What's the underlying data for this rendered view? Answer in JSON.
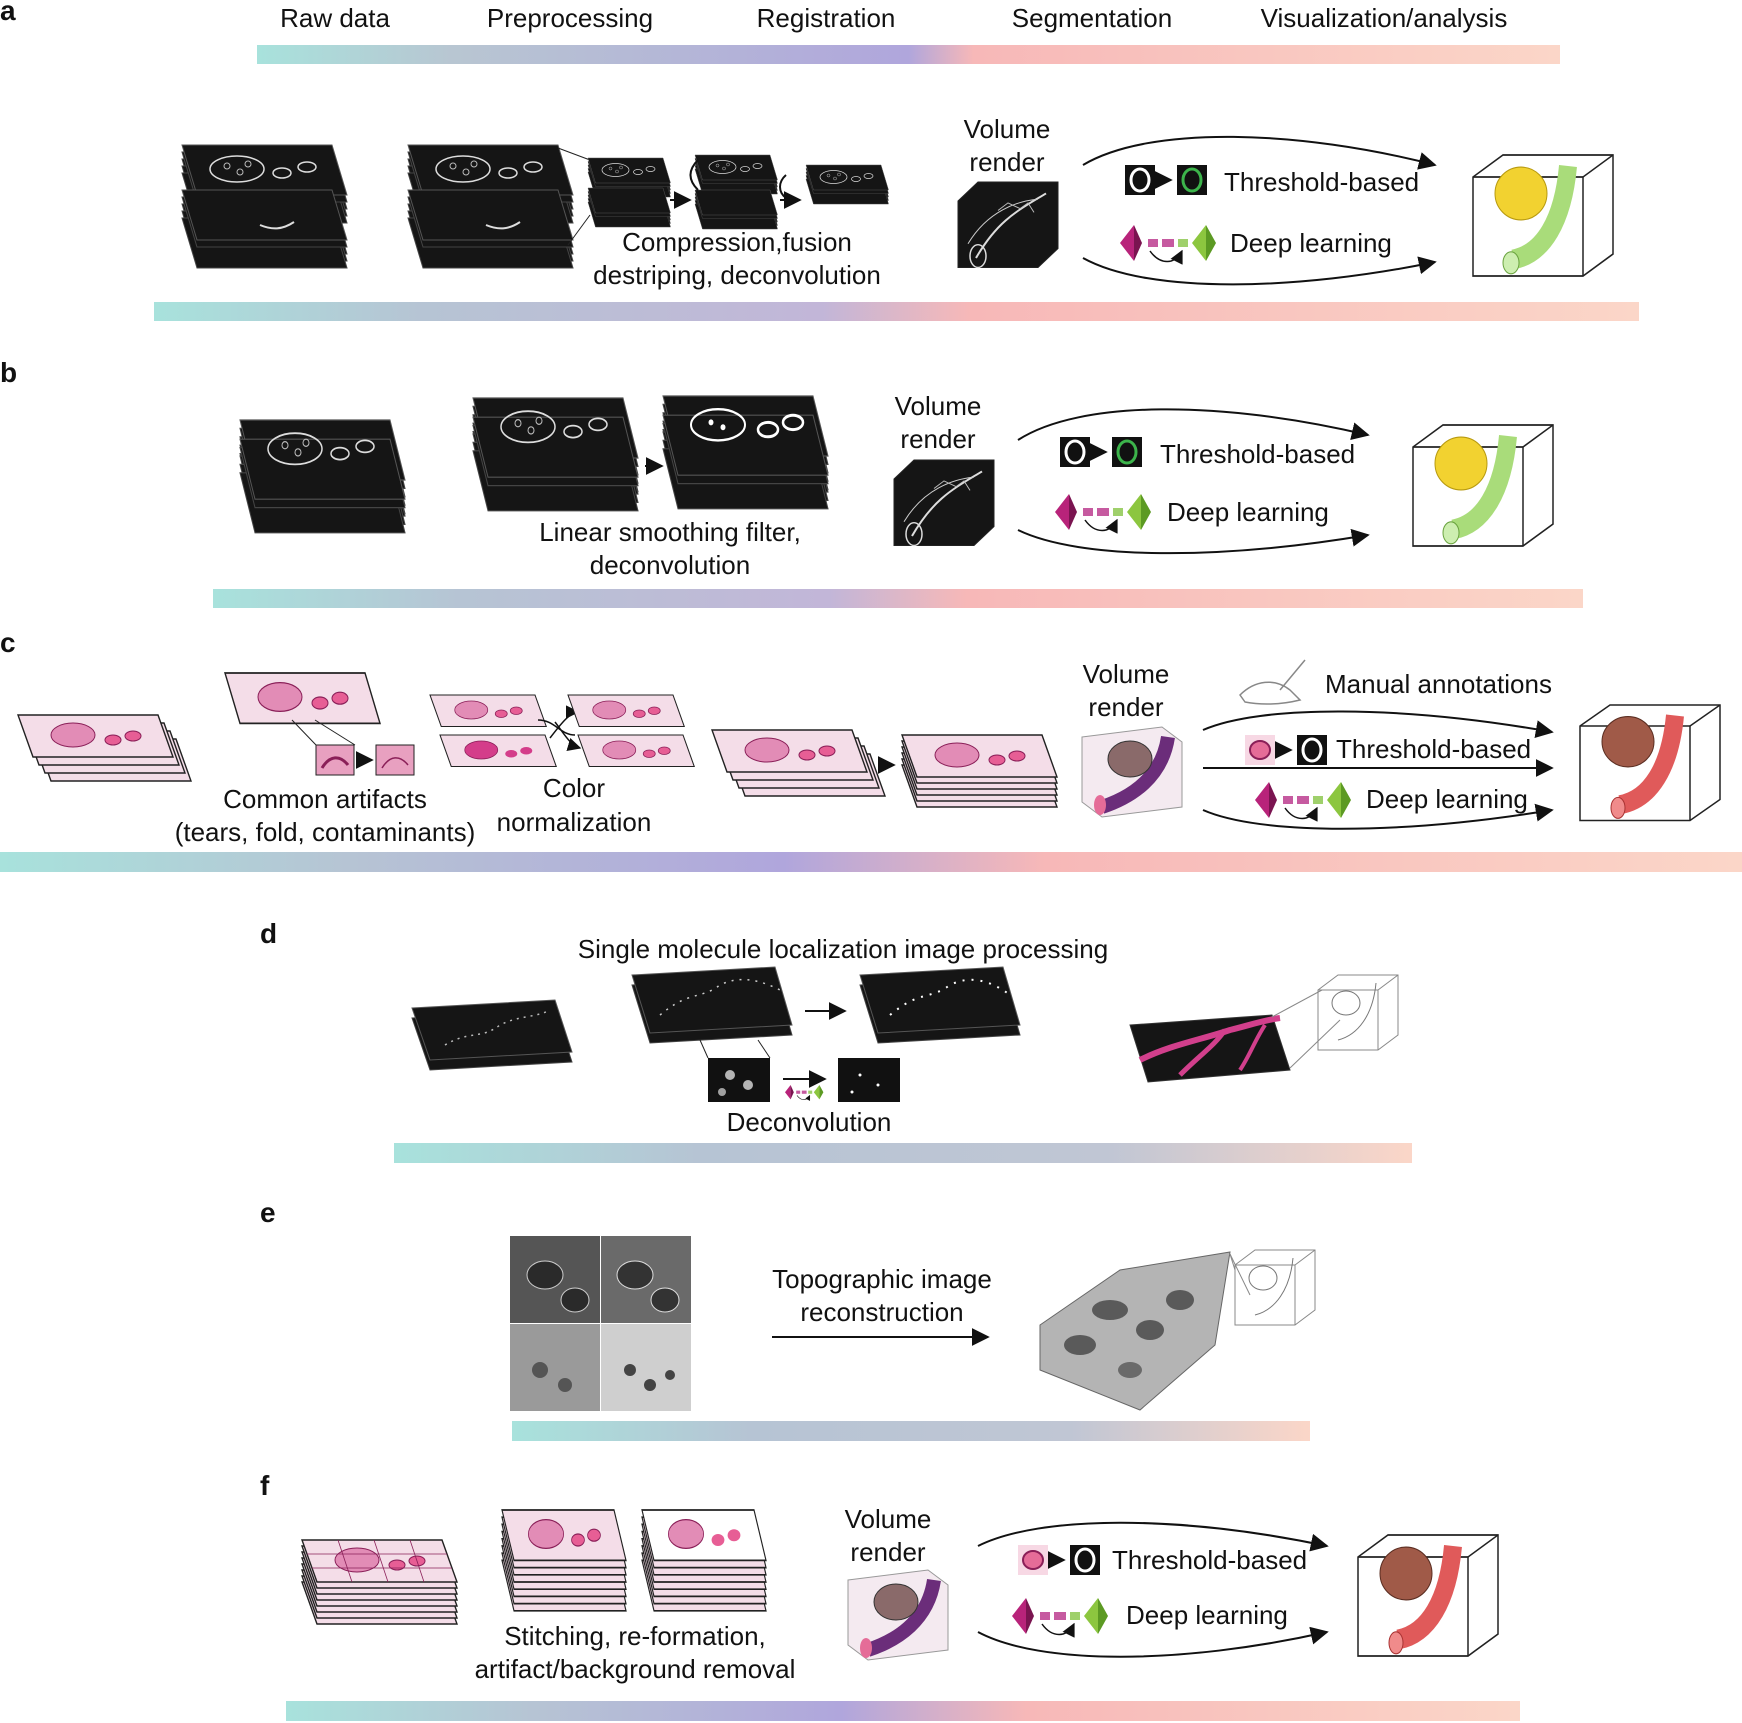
{
  "stages": [
    "Raw data",
    "Preprocessing",
    "Registration",
    "Segmentation",
    "Visualization/analysis"
  ],
  "panel_letters": [
    "a",
    "b",
    "c",
    "d",
    "e",
    "f"
  ],
  "labels": {
    "volume_render_1": "Volume",
    "volume_render_2": "render",
    "threshold": "Threshold-based",
    "deep_learning": "Deep learning",
    "manual": "Manual annotations"
  },
  "captions": {
    "a1": "Compression,fusion",
    "a2": "destriping, deconvolution",
    "b1": "Linear smoothing filter,",
    "b2": "deconvolution",
    "c_artifacts1": "Common artifacts",
    "c_artifacts2": "(tears, fold, contaminants)",
    "c_color1": "Color",
    "c_color2": "normalization",
    "d_title": "Single molecule localization image processing",
    "d_deconv": "Deconvolution",
    "e1": "Topographic image",
    "e2": "reconstruction",
    "f1": "Stitching, re-formation,",
    "f2": "artifact/background removal"
  },
  "colors": {
    "teal": "#a8e2dc",
    "grey_blue": "#b6c4d4",
    "lavender": "#b0a6dc",
    "salmon": "#f7b8b8",
    "peach": "#fbd6c8",
    "pink_tissue": "#f4dde8",
    "magenta": "#b8237a",
    "green": "#8cc63f",
    "yellow": "#f2d230",
    "red_vessel": "#e05a5a",
    "dark_slice": "#151515"
  }
}
